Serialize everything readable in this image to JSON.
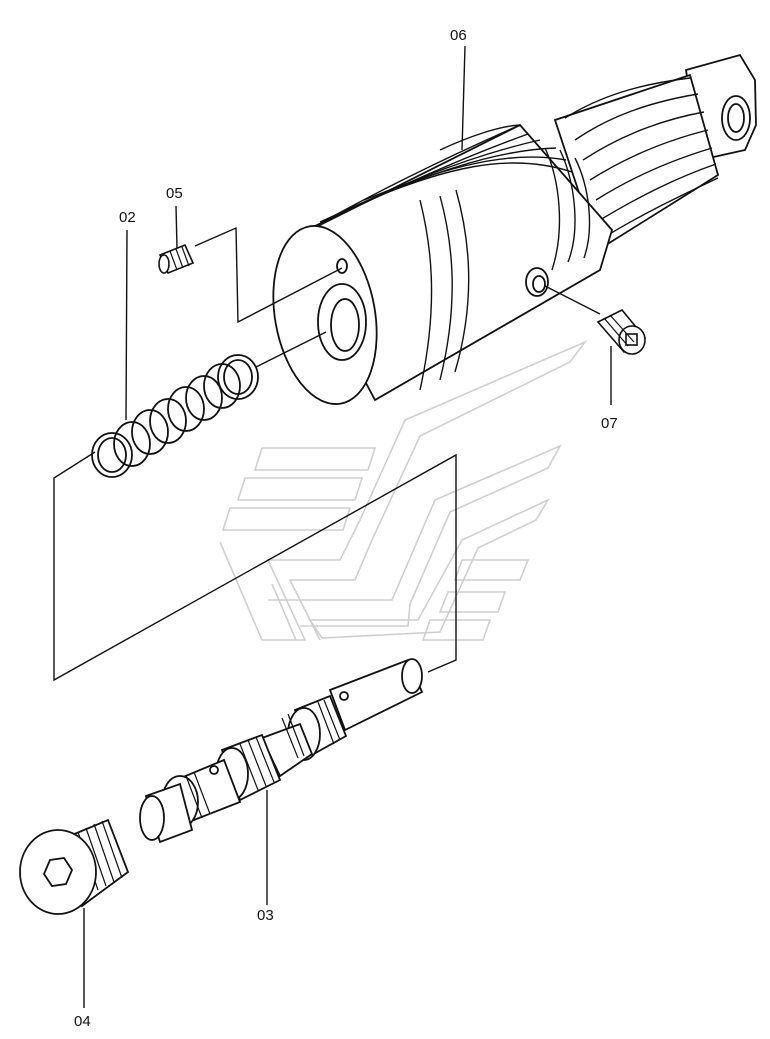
{
  "colors": {
    "ink": "#111111",
    "watermark": "#cfcfcf",
    "background": "#ffffff"
  },
  "callouts": [
    {
      "id": "p06",
      "text": "06"
    },
    {
      "id": "p05",
      "text": "05"
    },
    {
      "id": "p02",
      "text": "02"
    },
    {
      "id": "p07",
      "text": "07"
    },
    {
      "id": "p03",
      "text": "03"
    },
    {
      "id": "p04",
      "text": "04"
    }
  ]
}
